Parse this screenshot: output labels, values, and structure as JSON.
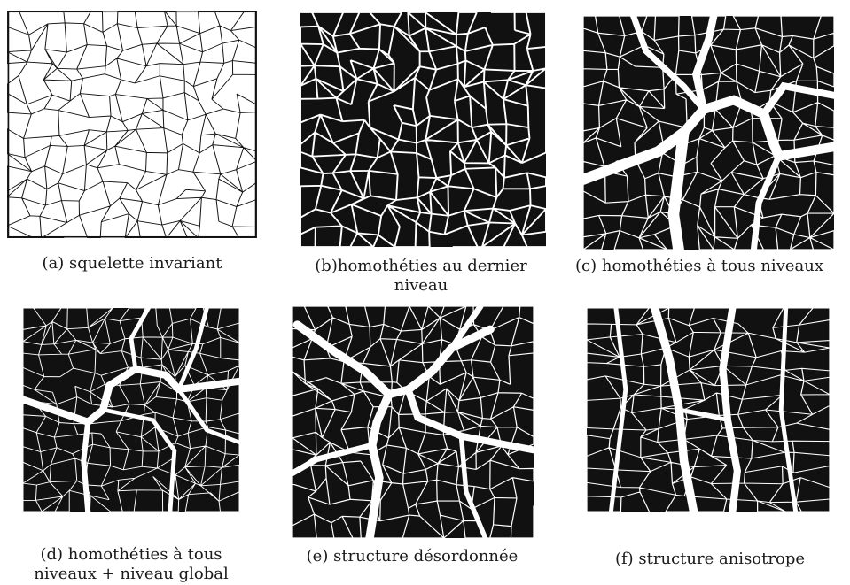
{
  "figure": {
    "panels": [
      {
        "id": "a",
        "caption_lines": [
          "(a) squelette invariant"
        ],
        "style": "white"
      },
      {
        "id": "b",
        "caption_lines": [
          "(b)homothéties  au dernier",
          "niveau"
        ],
        "style": "dark"
      },
      {
        "id": "c",
        "caption_lines": [
          "(c) homothéties à tous  niveaux"
        ],
        "style": "dark"
      },
      {
        "id": "d",
        "caption_lines": [
          "(d) homothéties à tous",
          "niveaux + niveau global"
        ],
        "style": "dark"
      },
      {
        "id": "e",
        "caption_lines": [
          "(e) structure désordonnée"
        ],
        "style": "dark"
      },
      {
        "id": "f",
        "caption_lines": [
          "(f) structure anisotrope"
        ],
        "style": "dark"
      }
    ]
  },
  "colors": {
    "ink": "#111111",
    "paper": "#ffffff"
  }
}
